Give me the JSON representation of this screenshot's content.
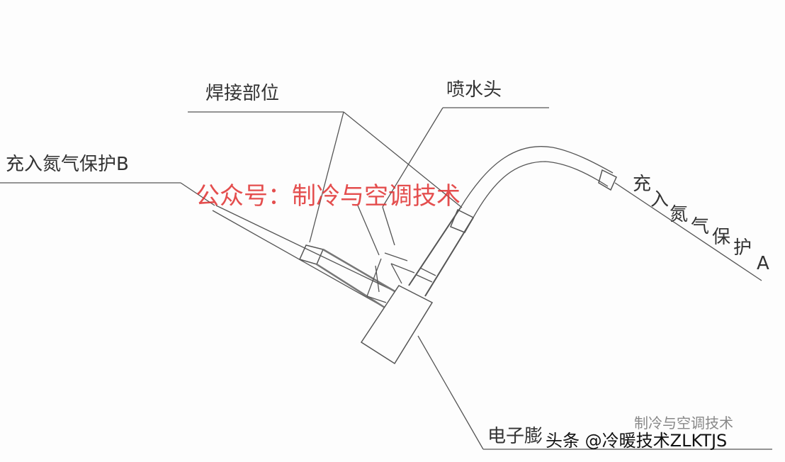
{
  "labels": {
    "weld": "焊接部位",
    "nozzle": "喷水头",
    "nitrogen_b": "充入氮气保护B",
    "nitrogen_a_chars": [
      "充",
      "入",
      "氮",
      "气",
      "保",
      "护",
      "A"
    ],
    "valve": "电子膨"
  },
  "watermarks": {
    "center": "公众号：制冷与空调技术",
    "bottom_brand": "头条 @冷暖技术ZLKTJS",
    "bottom_faint": "制冷与空调技术"
  },
  "colors": {
    "line": "#555555",
    "watermark": "#e03030"
  }
}
